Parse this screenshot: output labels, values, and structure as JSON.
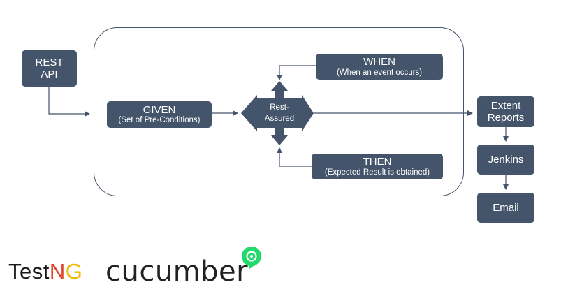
{
  "nodes": {
    "rest_api": {
      "line1": "REST",
      "line2": "API"
    },
    "given": {
      "title": "GIVEN",
      "subtitle": "(Set of Pre-Conditions)"
    },
    "when": {
      "title": "WHEN",
      "subtitle": "(When an event occurs)"
    },
    "then": {
      "title": "THEN",
      "subtitle": "(Expected Result is obtained)"
    },
    "rest_assured": {
      "line1": "Rest-",
      "line2": "Assured"
    },
    "extent_reports": {
      "line1": "Extent",
      "line2": "Reports"
    },
    "jenkins": {
      "label": "Jenkins"
    },
    "email": {
      "label": "Email"
    }
  },
  "logos": {
    "testng": {
      "part1": "Test",
      "part2": "N",
      "part3": "G"
    },
    "cucumber": {
      "text": "cucumber"
    }
  },
  "colors": {
    "node_fill": "#44546A",
    "connector": "#44546A",
    "testng_n": "#E24329",
    "testng_g": "#F2B800",
    "cucumber_icon": "#23D96C"
  },
  "icons": {
    "rest_assured_shape": "four-way-arrow",
    "cucumber_logo_mark": "cucumber-icon"
  }
}
